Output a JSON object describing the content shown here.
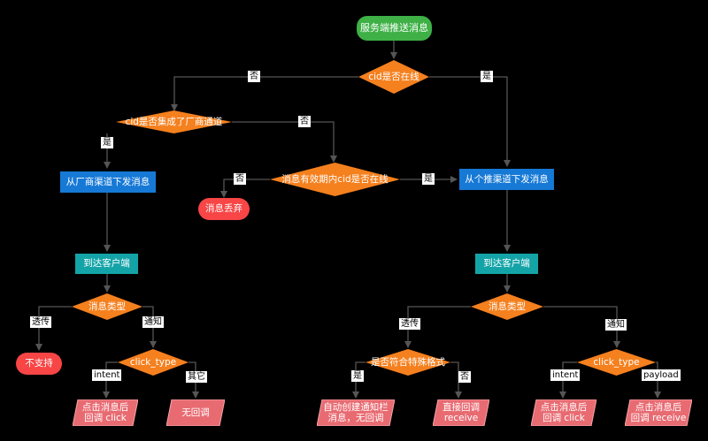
{
  "nodes": {
    "start": "服务端推送消息",
    "cid_online": "cid是否在线",
    "cid_integrated": "cid是否集成了厂商通道",
    "valid_online": "消息有效期内cid是否在线",
    "discard": "消息丢弃",
    "vendor_send": "从厂商渠道下发消息",
    "getui_send": "从个推渠道下发消息",
    "arrive_left": "到达客户端",
    "arrive_right": "到达客户端",
    "msgtype_left": "消息类型",
    "msgtype_right": "消息类型",
    "not_support": "不支持",
    "clicktype_left": "click_type",
    "clicktype_right": "click_type",
    "special_format": "是否符合特殊格式",
    "click_callback_left": "点击消息后\n回调 click",
    "no_callback": "无回调",
    "auto_notify": "自动创建通知栏\n消息，无回调",
    "direct_receive": "直接回调\nreceive",
    "click_callback_right": "点击消息后\n回调 click",
    "click_receive": "点击消息后\n回调 receive"
  },
  "labels": {
    "no1": "否",
    "yes1": "是",
    "no2": "否",
    "yes2": "是",
    "no3": "否",
    "yes3": "是",
    "passthrough_left": "透传",
    "notify_left": "通知",
    "intent_left": "intent",
    "other_left": "其它",
    "passthrough_right": "透传",
    "notify_right": "通知",
    "yes4": "是",
    "no4": "否",
    "intent_right": "intent",
    "payload_right": "payload"
  },
  "colors": {
    "green": "#3eb046",
    "orange": "#f5801e",
    "blue": "#1679d6",
    "teal": "#14a4a8",
    "red": "#f84545",
    "pink": "#e86b72"
  }
}
